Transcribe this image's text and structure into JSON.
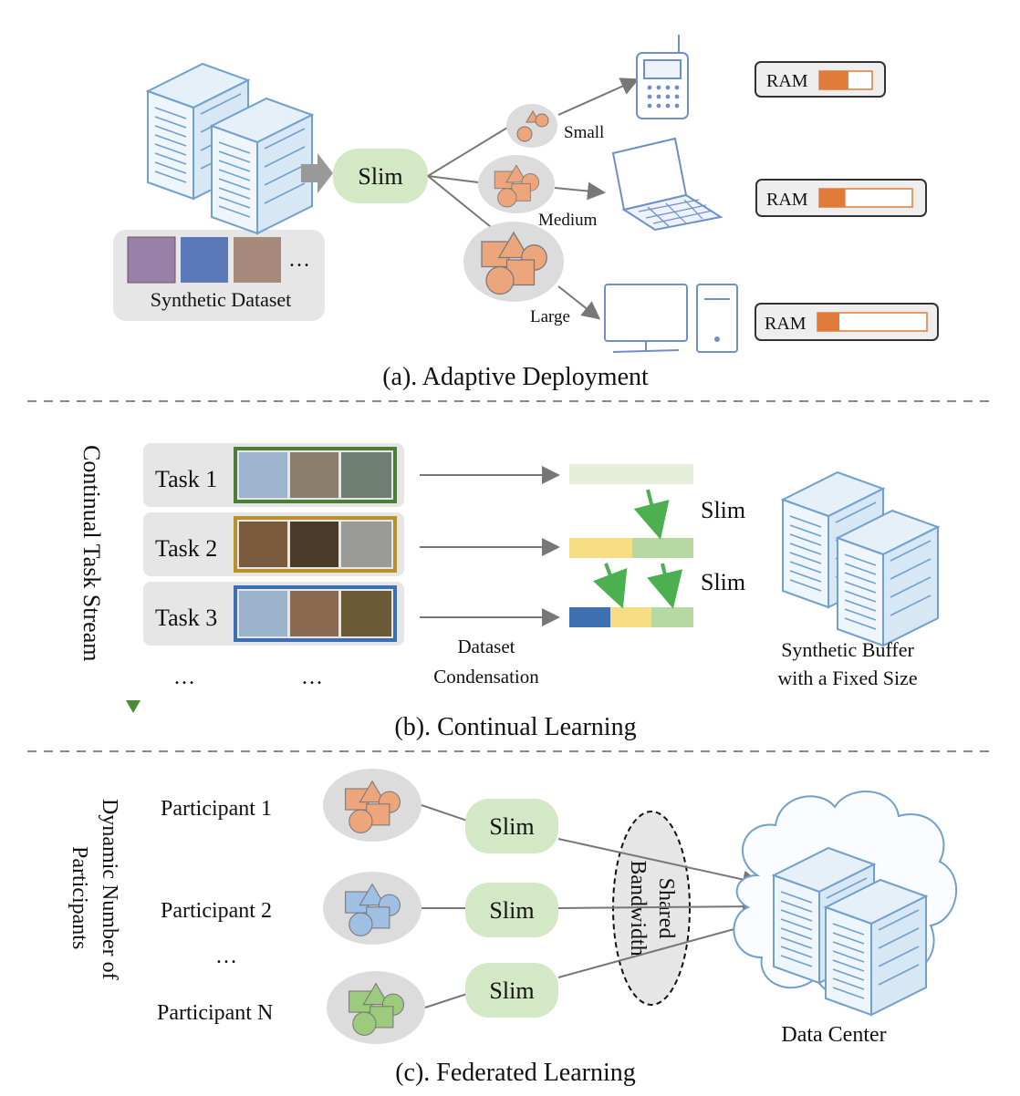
{
  "panel_a": {
    "caption": "(a). Adaptive Deployment",
    "dataset_label": "Synthetic Dataset",
    "ellipsis": "…",
    "slim": "Slim",
    "sizes": [
      {
        "label": "Small",
        "device": "phone-icon",
        "ram_label": "RAM",
        "ram_fill": 0.55
      },
      {
        "label": "Medium",
        "device": "laptop-icon",
        "ram_label": "RAM",
        "ram_fill": 0.28
      },
      {
        "label": "Large",
        "device": "desktop-icon",
        "ram_label": "RAM",
        "ram_fill": 0.2
      }
    ]
  },
  "panel_b": {
    "caption": "(b). Continual Learning",
    "side_label": "Continual Task Stream",
    "tasks": [
      {
        "label": "Task 1",
        "frame_color": "#4e7d3a"
      },
      {
        "label": "Task 2",
        "frame_color": "#b8912c"
      },
      {
        "label": "Task 3",
        "frame_color": "#3d6fb4"
      }
    ],
    "ellipsis": "…",
    "condensation_label": [
      "Dataset",
      "Condensation"
    ],
    "slim": "Slim",
    "buffer_label": [
      "Synthetic Buffer",
      "with a Fixed Size"
    ]
  },
  "panel_c": {
    "caption": "(c). Federated Learning",
    "side_label": [
      "Dynamic Number of",
      "Participants"
    ],
    "participants": [
      {
        "label": "Participant 1",
        "color": "#e8a57c"
      },
      {
        "label": "Participant 2",
        "color": "#9fbfe3"
      },
      {
        "label": "Participant N",
        "color": "#9ccb7e"
      }
    ],
    "ellipsis": "…",
    "slim": "Slim",
    "bandwidth_label": [
      "Shared",
      "Bandwidth"
    ],
    "data_center_label": "Data Center"
  },
  "colors": {
    "slim_fill": "#d3e8c5",
    "shape_orange": "#eda67c",
    "ram_orange": "#e07b39",
    "panel_gray": "#e6e6e6",
    "bar_blue": "#3e6fb0",
    "bar_yellow": "#f6dc82",
    "bar_green": "#b6d8a3",
    "bar_light_green": "#e3efd9",
    "arrow_green": "#4caf50"
  }
}
